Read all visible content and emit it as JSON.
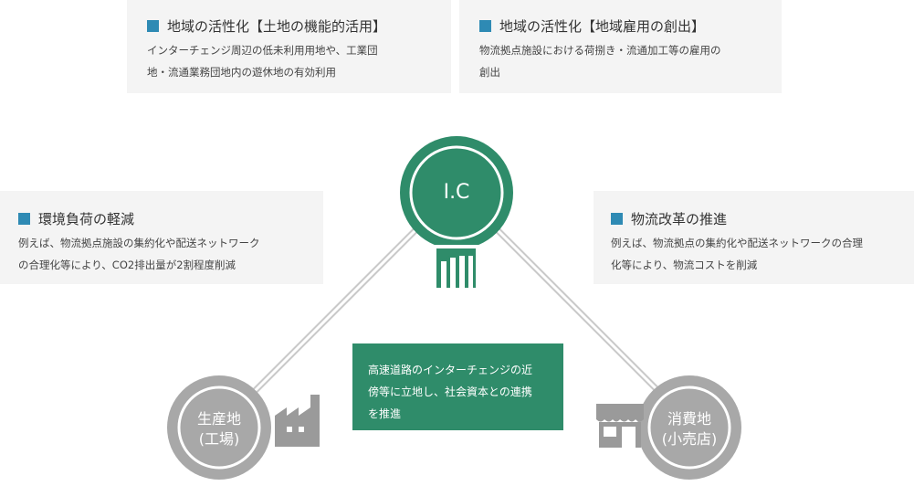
{
  "colors": {
    "accent_green": "#2f8c6a",
    "square_blue": "#2e8ab4",
    "circle_grey": "#a8a8a8",
    "box_bg": "#f4f4f4"
  },
  "boxes": {
    "top_left": {
      "title": "地域の活性化【土地の機能的活用】",
      "lines": [
        "インターチェンジ周辺の低未利用用地や、工業団",
        "地・流通業務団地内の遊休地の有効利用"
      ]
    },
    "top_right": {
      "title": "地域の活性化【地域雇用の創出】",
      "lines": [
        "物流拠点施設における荷捌き・流通加工等の雇用の",
        "創出"
      ]
    },
    "left": {
      "title": "環境負荷の軽減",
      "lines": [
        "例えば、物流拠点施設の集約化や配送ネットワーク",
        "の合理化等により、CO2排出量が2割程度削減"
      ]
    },
    "right": {
      "title": "物流改革の推進",
      "lines": [
        "例えば、物流拠点の集約化や配送ネットワークの合理",
        "化等により、物流コストを削減"
      ]
    }
  },
  "nodes": {
    "ic": {
      "label": "I.C",
      "icon": "building-icon"
    },
    "factory": {
      "label_1": "生産地",
      "label_2": "(工場)",
      "icon": "factory-icon"
    },
    "market": {
      "label_1": "消費地",
      "label_2": "(小売店)",
      "icon": "store-icon"
    }
  },
  "center": {
    "lines": [
      "高速道路のインターチェンジの近",
      "傍等に立地し、社会資本との連携",
      "を推進"
    ]
  }
}
